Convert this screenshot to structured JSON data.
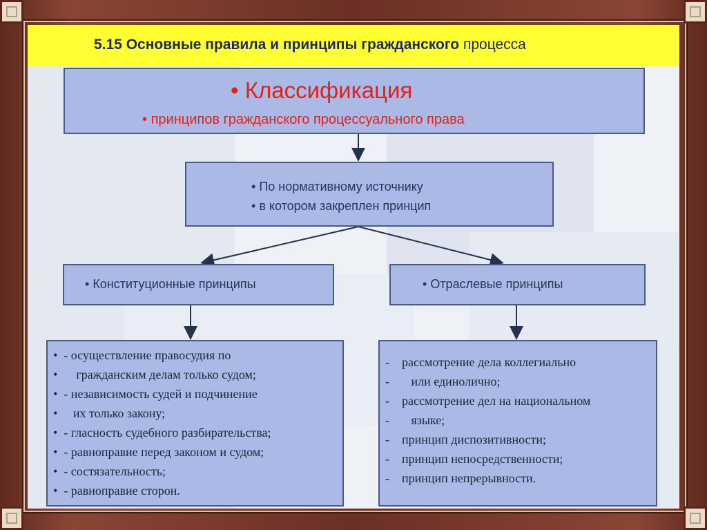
{
  "slide": {
    "title_bold": "5.15 Основные правила и принципы гражданского",
    "title_rest": "процесса"
  },
  "root": {
    "heading": "Классификация",
    "subheading": "принципов гражданского процессуального права"
  },
  "criterion": {
    "line1": "По нормативному источнику",
    "line2": "в котором закреплен принцип"
  },
  "branches": {
    "left": "Конституционные принципы",
    "right": "Отраслевые принципы"
  },
  "constitutional_items": [
    "- осуществление правосудия по",
    "гражданским делам только судом;",
    "- независимость судей и подчинение",
    "их только закону;",
    "- гласность судебного разбирательства;",
    "- равноправие перед законом и судом;",
    "- состязательность;",
    "- равноправие сторон."
  ],
  "sectoral_items": [
    "рассмотрение дела коллегиально",
    "или единолично;",
    "рассмотрение дел на национальном",
    "языке;",
    "принцип диспозитивности;",
    "принцип непосредственности;",
    "принцип непрерывности."
  ],
  "colors": {
    "title_bar": "#ffff33",
    "box_fill": "#aab9e6",
    "box_border": "#4a5a86",
    "heading_red": "#e0211c",
    "arrow": "#23324f"
  }
}
